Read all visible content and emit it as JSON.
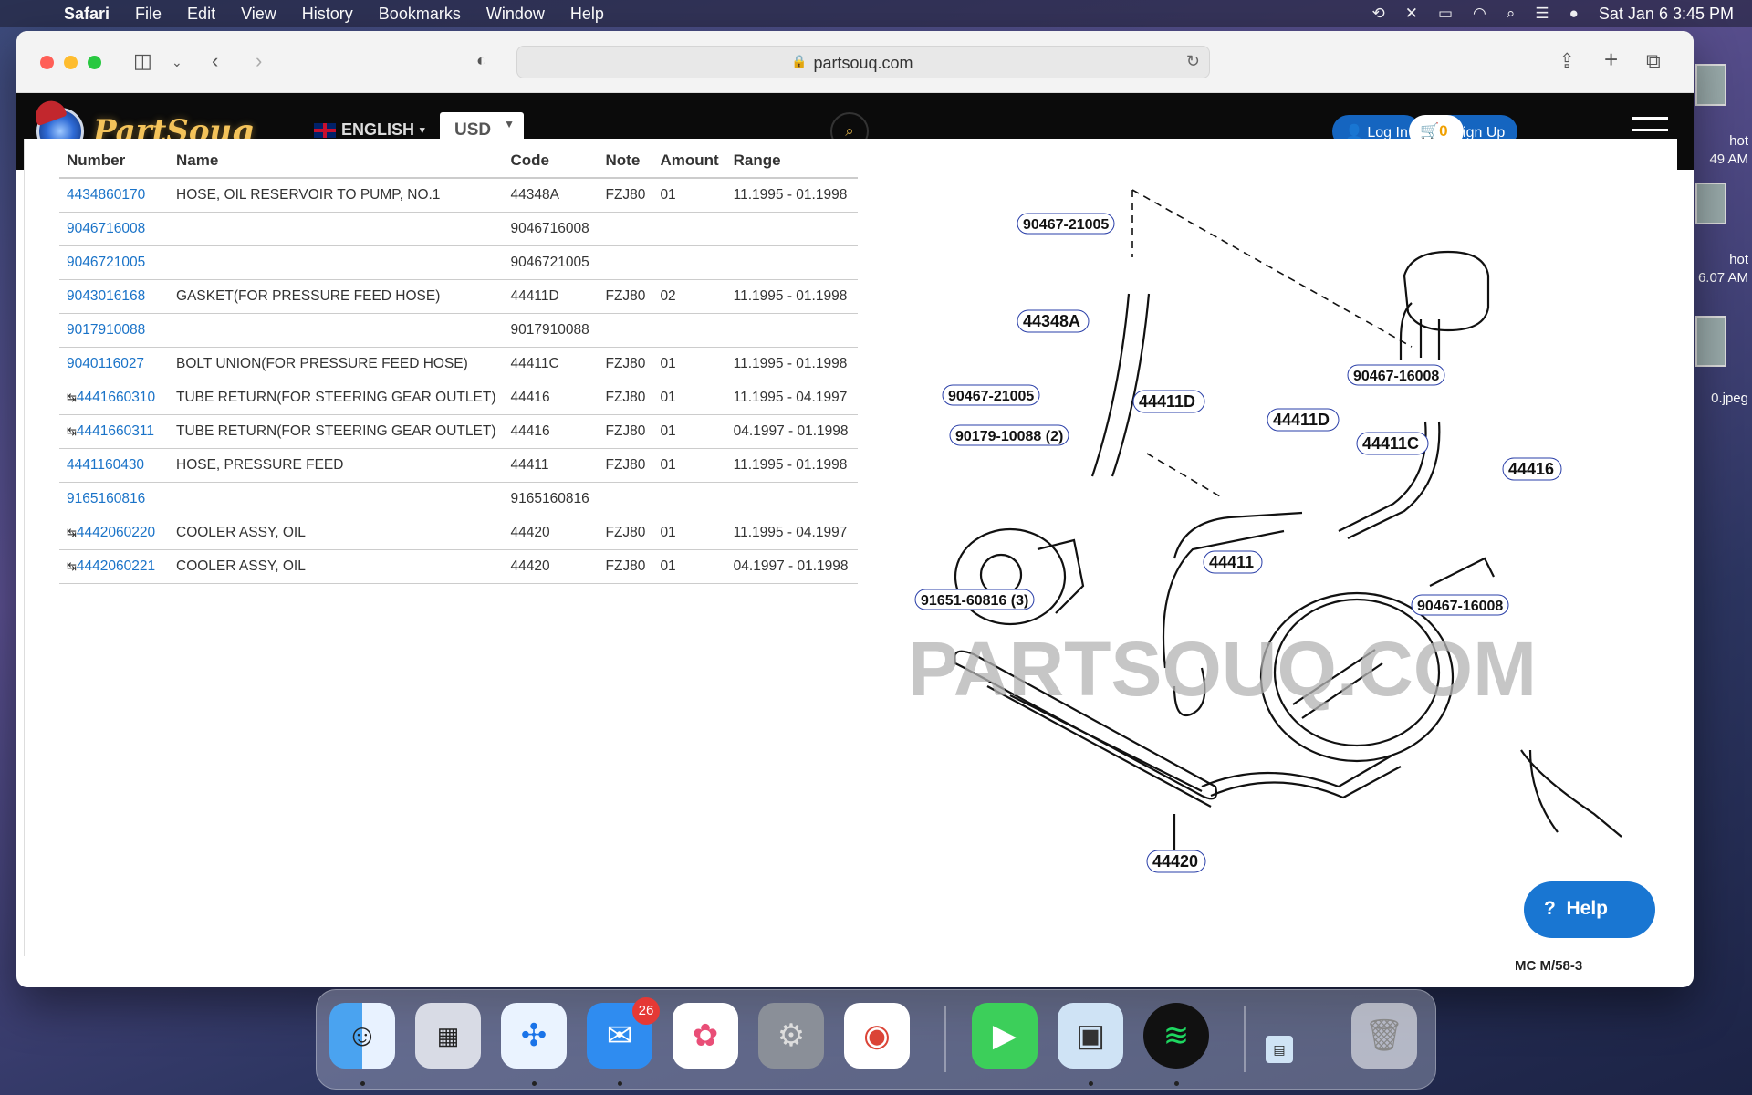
{
  "menubar": {
    "app_name": "Safari",
    "items": [
      "File",
      "Edit",
      "View",
      "History",
      "Bookmarks",
      "Window",
      "Help"
    ],
    "datetime": "Sat Jan 6  3:45 PM"
  },
  "desktop": {
    "labels": [
      "hot",
      "49 AM",
      "hot",
      "6.07 AM",
      "0.jpeg"
    ]
  },
  "browser": {
    "url": "partsouq.com"
  },
  "site": {
    "logo_text": "PartSouq",
    "language": "ENGLISH",
    "currency": "USD",
    "login_label": "Log In",
    "signup_label": "Sign Up",
    "cart_count": "0"
  },
  "table": {
    "headers": [
      "Number",
      "Name",
      "Code",
      "Note",
      "Amount",
      "Range"
    ],
    "rows": [
      {
        "number": "4434860170",
        "link": false,
        "name": "HOSE, OIL RESERVOIR TO PUMP, NO.1",
        "code": "44348A",
        "note": "FZJ80",
        "amount": "01",
        "range": "11.1995 - 01.1998"
      },
      {
        "number": "9046716008",
        "link": false,
        "name": "",
        "code": "9046716008",
        "note": "",
        "amount": "",
        "range": ""
      },
      {
        "number": "9046721005",
        "link": false,
        "name": "",
        "code": "9046721005",
        "note": "",
        "amount": "",
        "range": ""
      },
      {
        "number": "9043016168",
        "link": false,
        "name": "GASKET(FOR PRESSURE FEED HOSE)",
        "code": "44411D",
        "note": "FZJ80",
        "amount": "02",
        "range": "11.1995 - 01.1998"
      },
      {
        "number": "9017910088",
        "link": false,
        "name": "",
        "code": "9017910088",
        "note": "",
        "amount": "",
        "range": ""
      },
      {
        "number": "9040116027",
        "link": false,
        "name": "BOLT UNION(FOR PRESSURE FEED HOSE)",
        "code": "44411C",
        "note": "FZJ80",
        "amount": "01",
        "range": "11.1995 - 01.1998"
      },
      {
        "number": "4441660310",
        "link": true,
        "name": "TUBE RETURN(FOR STEERING GEAR OUTLET)",
        "code": "44416",
        "note": "FZJ80",
        "amount": "01",
        "range": "11.1995 - 04.1997"
      },
      {
        "number": "4441660311",
        "link": true,
        "name": "TUBE RETURN(FOR STEERING GEAR OUTLET)",
        "code": "44416",
        "note": "FZJ80",
        "amount": "01",
        "range": "04.1997 - 01.1998"
      },
      {
        "number": "4441160430",
        "link": false,
        "name": "HOSE, PRESSURE FEED",
        "code": "44411",
        "note": "FZJ80",
        "amount": "01",
        "range": "11.1995 - 01.1998"
      },
      {
        "number": "9165160816",
        "link": false,
        "name": "",
        "code": "9165160816",
        "note": "",
        "amount": "",
        "range": ""
      },
      {
        "number": "4442060220",
        "link": true,
        "name": "COOLER ASSY, OIL",
        "code": "44420",
        "note": "FZJ80",
        "amount": "01",
        "range": "11.1995 - 04.1997"
      },
      {
        "number": "4442060221",
        "link": true,
        "name": "COOLER ASSY, OIL",
        "code": "44420",
        "note": "FZJ80",
        "amount": "01",
        "range": "04.1997 - 01.1998"
      }
    ]
  },
  "diagram": {
    "watermark": "PARTSOUQ.COM",
    "callouts": [
      "90467-21005",
      "44348A",
      "90467-21005",
      "44411D",
      "90179-10088 (2)",
      "44411D",
      "44411C",
      "90467-16008",
      "44416",
      "44411",
      "91651-60816 (3)",
      "90467-16008",
      "44420"
    ],
    "footer": "MC  M/58-3"
  },
  "help_label": "Help",
  "dock": {
    "apps": [
      "Finder",
      "Launchpad",
      "Safari",
      "Mail",
      "Photos",
      "System Preferences",
      "Chrome",
      "FaceTime",
      "Preview",
      "Spotify",
      "Downloads",
      "Trash"
    ],
    "mail_badge": "26"
  }
}
